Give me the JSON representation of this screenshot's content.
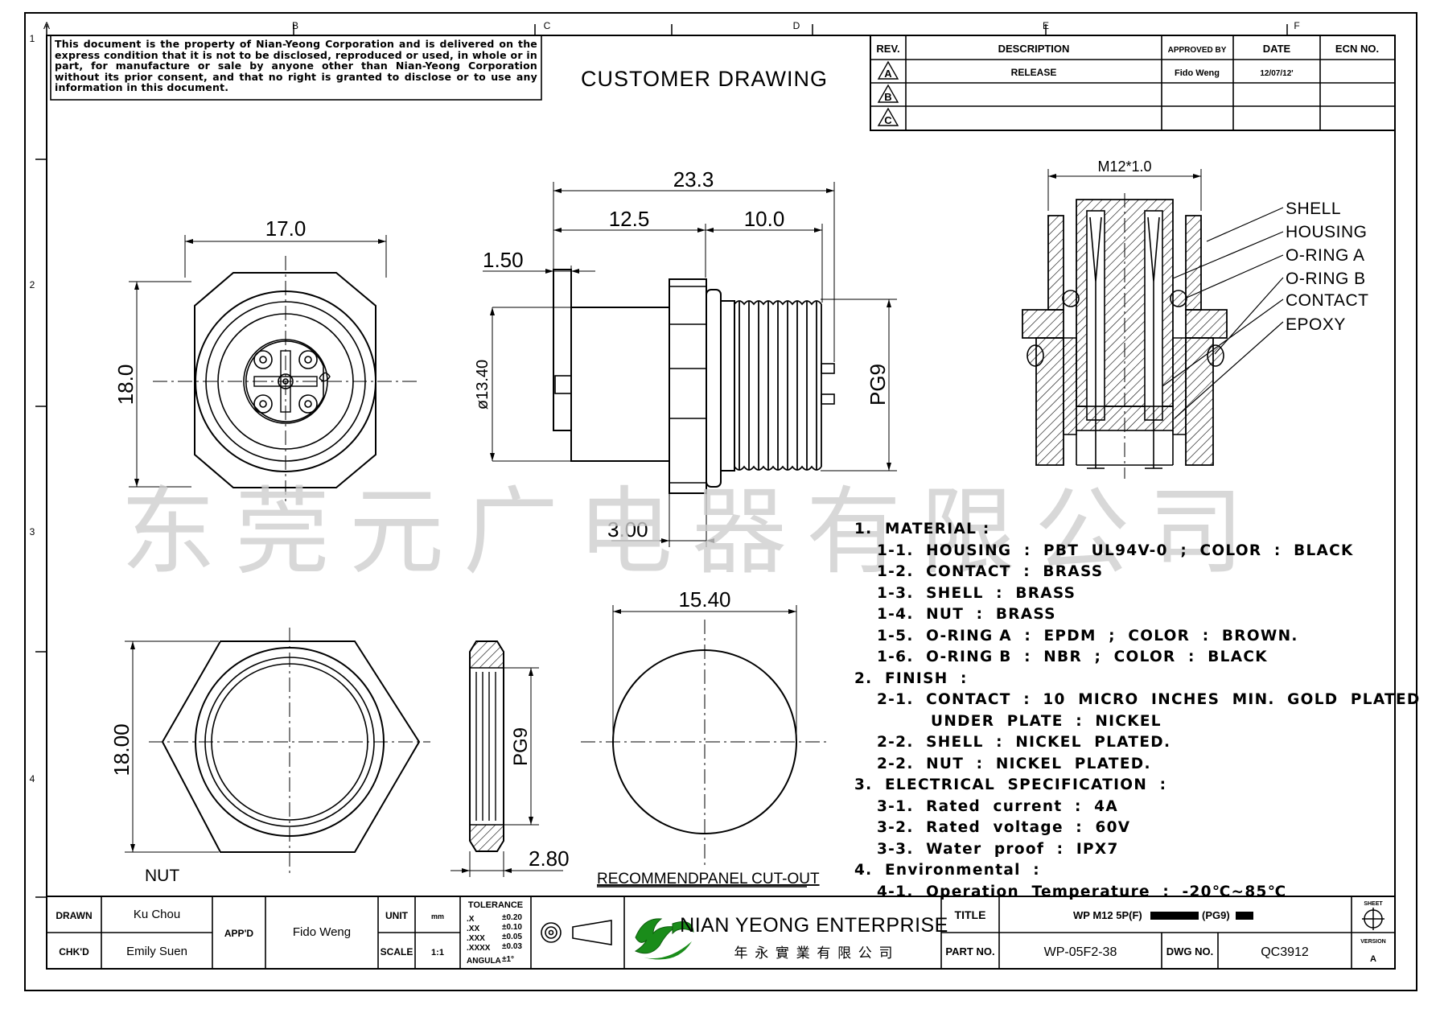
{
  "notice": "This document is the property of Nian-Yeong Corporation and is delivered on the express condition that it is not to be disclosed, reproduced or used, in whole or in part, for manufacture or sale by anyone other than Nian-Yeong Corporation without its prior consent, and that no right is granted to disclose or to use any information in this document.",
  "header_title": "CUSTOMER DRAWING",
  "watermark": "东莞元广电器有限公司",
  "grid": {
    "columns": [
      "A",
      "B",
      "C",
      "D",
      "E",
      "F"
    ],
    "rows": [
      "1",
      "2",
      "3",
      "4"
    ]
  },
  "revision_table": {
    "headers": [
      "REV.",
      "DESCRIPTION",
      "APPROVED BY",
      "DATE",
      "ECN NO."
    ],
    "rows": [
      {
        "rev": "A",
        "description": "RELEASE",
        "approved": "Fido Weng",
        "date": "12/07/12'",
        "ecn": ""
      },
      {
        "rev": "B",
        "description": "",
        "approved": "",
        "date": "",
        "ecn": ""
      },
      {
        "rev": "C",
        "description": "",
        "approved": "",
        "date": "",
        "ecn": ""
      }
    ]
  },
  "dimensions": {
    "front_width": "17.0",
    "front_height": "18.0",
    "overall_length": "23.3",
    "front_part": "12.5",
    "thread_part": "10.0",
    "flange": "1.50",
    "body_dia": "ø13.40",
    "thread_spec": "PG9",
    "nut_gap": "3.00",
    "nut_height": "18.00",
    "nut_thread": "PG9",
    "nut_thickness": "2.80",
    "panel_cut": "15.40",
    "section_thread": "M12*1.0"
  },
  "part_labels": [
    "SHELL",
    "HOUSING",
    "O-RING A",
    "O-RING B",
    "CONTACT",
    "EPOXY"
  ],
  "captions": {
    "nut": "NUT",
    "panel": "RECOMMENDPANEL CUT-OUT"
  },
  "notes": [
    {
      "type": "h",
      "text": "1.  MATERIAL :"
    },
    {
      "type": "s",
      "text": "1-1.  HOUSING  :  PBT  UL94V-0  ;  COLOR  :  BLACK"
    },
    {
      "type": "s",
      "text": "1-2.  CONTACT  :  BRASS"
    },
    {
      "type": "s",
      "text": "1-3.  SHELL  :  BRASS"
    },
    {
      "type": "s",
      "text": "1-4.  NUT  :  BRASS"
    },
    {
      "type": "s",
      "text": "1-5.  O-RING A  :  EPDM  ;  COLOR  :  BROWN."
    },
    {
      "type": "s",
      "text": "1-6.  O-RING B  :  NBR  ;  COLOR  :  BLACK"
    },
    {
      "type": "h",
      "text": "2.  FINISH  :"
    },
    {
      "type": "s",
      "text": "2-1.  CONTACT  :  10  MICRO  INCHES  MIN.  GOLD  PLATED"
    },
    {
      "type": "c",
      "text": "UNDER  PLATE  :  NICKEL"
    },
    {
      "type": "s",
      "text": "2-2.  SHELL  :  NICKEL  PLATED."
    },
    {
      "type": "s",
      "text": "2-2.  NUT  :  NICKEL  PLATED."
    },
    {
      "type": "h",
      "text": "3.  ELECTRICAL  SPECIFICATION  :"
    },
    {
      "type": "s",
      "text": "3-1.  Rated  current  :  4A"
    },
    {
      "type": "s",
      "text": "3-2.  Rated  voltage  :  60V"
    },
    {
      "type": "s",
      "text": "3-3.  Water  proof  :  IPX7"
    },
    {
      "type": "h",
      "text": "4.  Environmental  :"
    },
    {
      "type": "s",
      "text": "4-1.  Operation  Temperature  :  -20℃~85℃"
    }
  ],
  "title_block": {
    "drawn_label": "DRAWN",
    "drawn": "Ku Chou",
    "chkd_label": "CHK'D",
    "chkd": "Emily Suen",
    "appd_label": "APP'D",
    "appd": "Fido Weng",
    "unit_label": "UNIT",
    "unit": "mm",
    "scale_label": "SCALE",
    "scale": "1:1",
    "tolerance_label": "TOLERANCE",
    "tolerances": [
      {
        "k": ".X",
        "v": "±0.20"
      },
      {
        "k": ".XX",
        "v": "±0.10"
      },
      {
        "k": ".XXX",
        "v": "±0.05"
      },
      {
        "k": ".XXXX",
        "v": "±0.03"
      },
      {
        "k": "ANGULA",
        "v": "±1°"
      }
    ],
    "company_en": "NIAN YEONG ENTERPRISE",
    "company_cn": "年 永 實 業 有 限 公 司",
    "title_label": "TITLE",
    "title": "WP M12 5P(F)",
    "title_suffix": "(PG9)",
    "part_no_label": "PART NO.",
    "part_no": "WP-05F2-38",
    "dwg_no_label": "DWG NO.",
    "dwg_no": "QC3912",
    "sheet_label": "SHEET",
    "version_label": "VERSION",
    "version": "A"
  }
}
